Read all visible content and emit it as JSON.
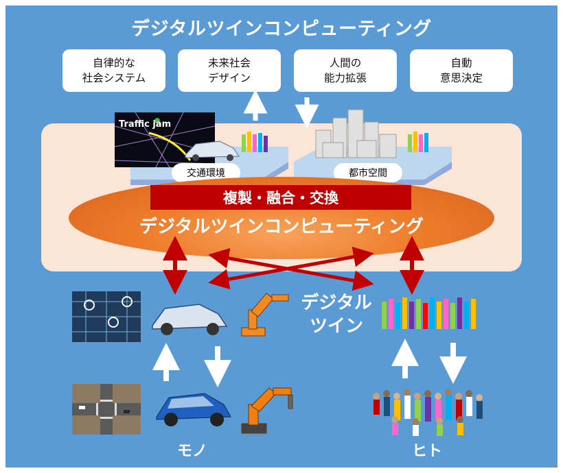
{
  "title": "デジタルツインコンピューティング",
  "top_boxes": [
    {
      "label": "自律的な\n社会システム"
    },
    {
      "label": "未来社会\nデザイン"
    },
    {
      "label": "人間の\n能力拡張"
    },
    {
      "label": "自動\n意思決定"
    }
  ],
  "traffic_image_text": "Traffic jam",
  "platform_left_label": "交通環境",
  "platform_right_label": "都市空間",
  "red_bar_label": "複製・融合・交換",
  "ellipse_label": "デジタルツインコンピューティング",
  "digital_twin_label": "デジタル\nツイン",
  "mono_label": "モノ",
  "hito_label": "ヒト",
  "colors": {
    "panel": "#5b9bd5",
    "cream": "#fbe5d6",
    "orange": "#ee7d2b",
    "red": "#c00000",
    "arrow_red": "#c00000",
    "arrow_white": "#ffffff"
  }
}
